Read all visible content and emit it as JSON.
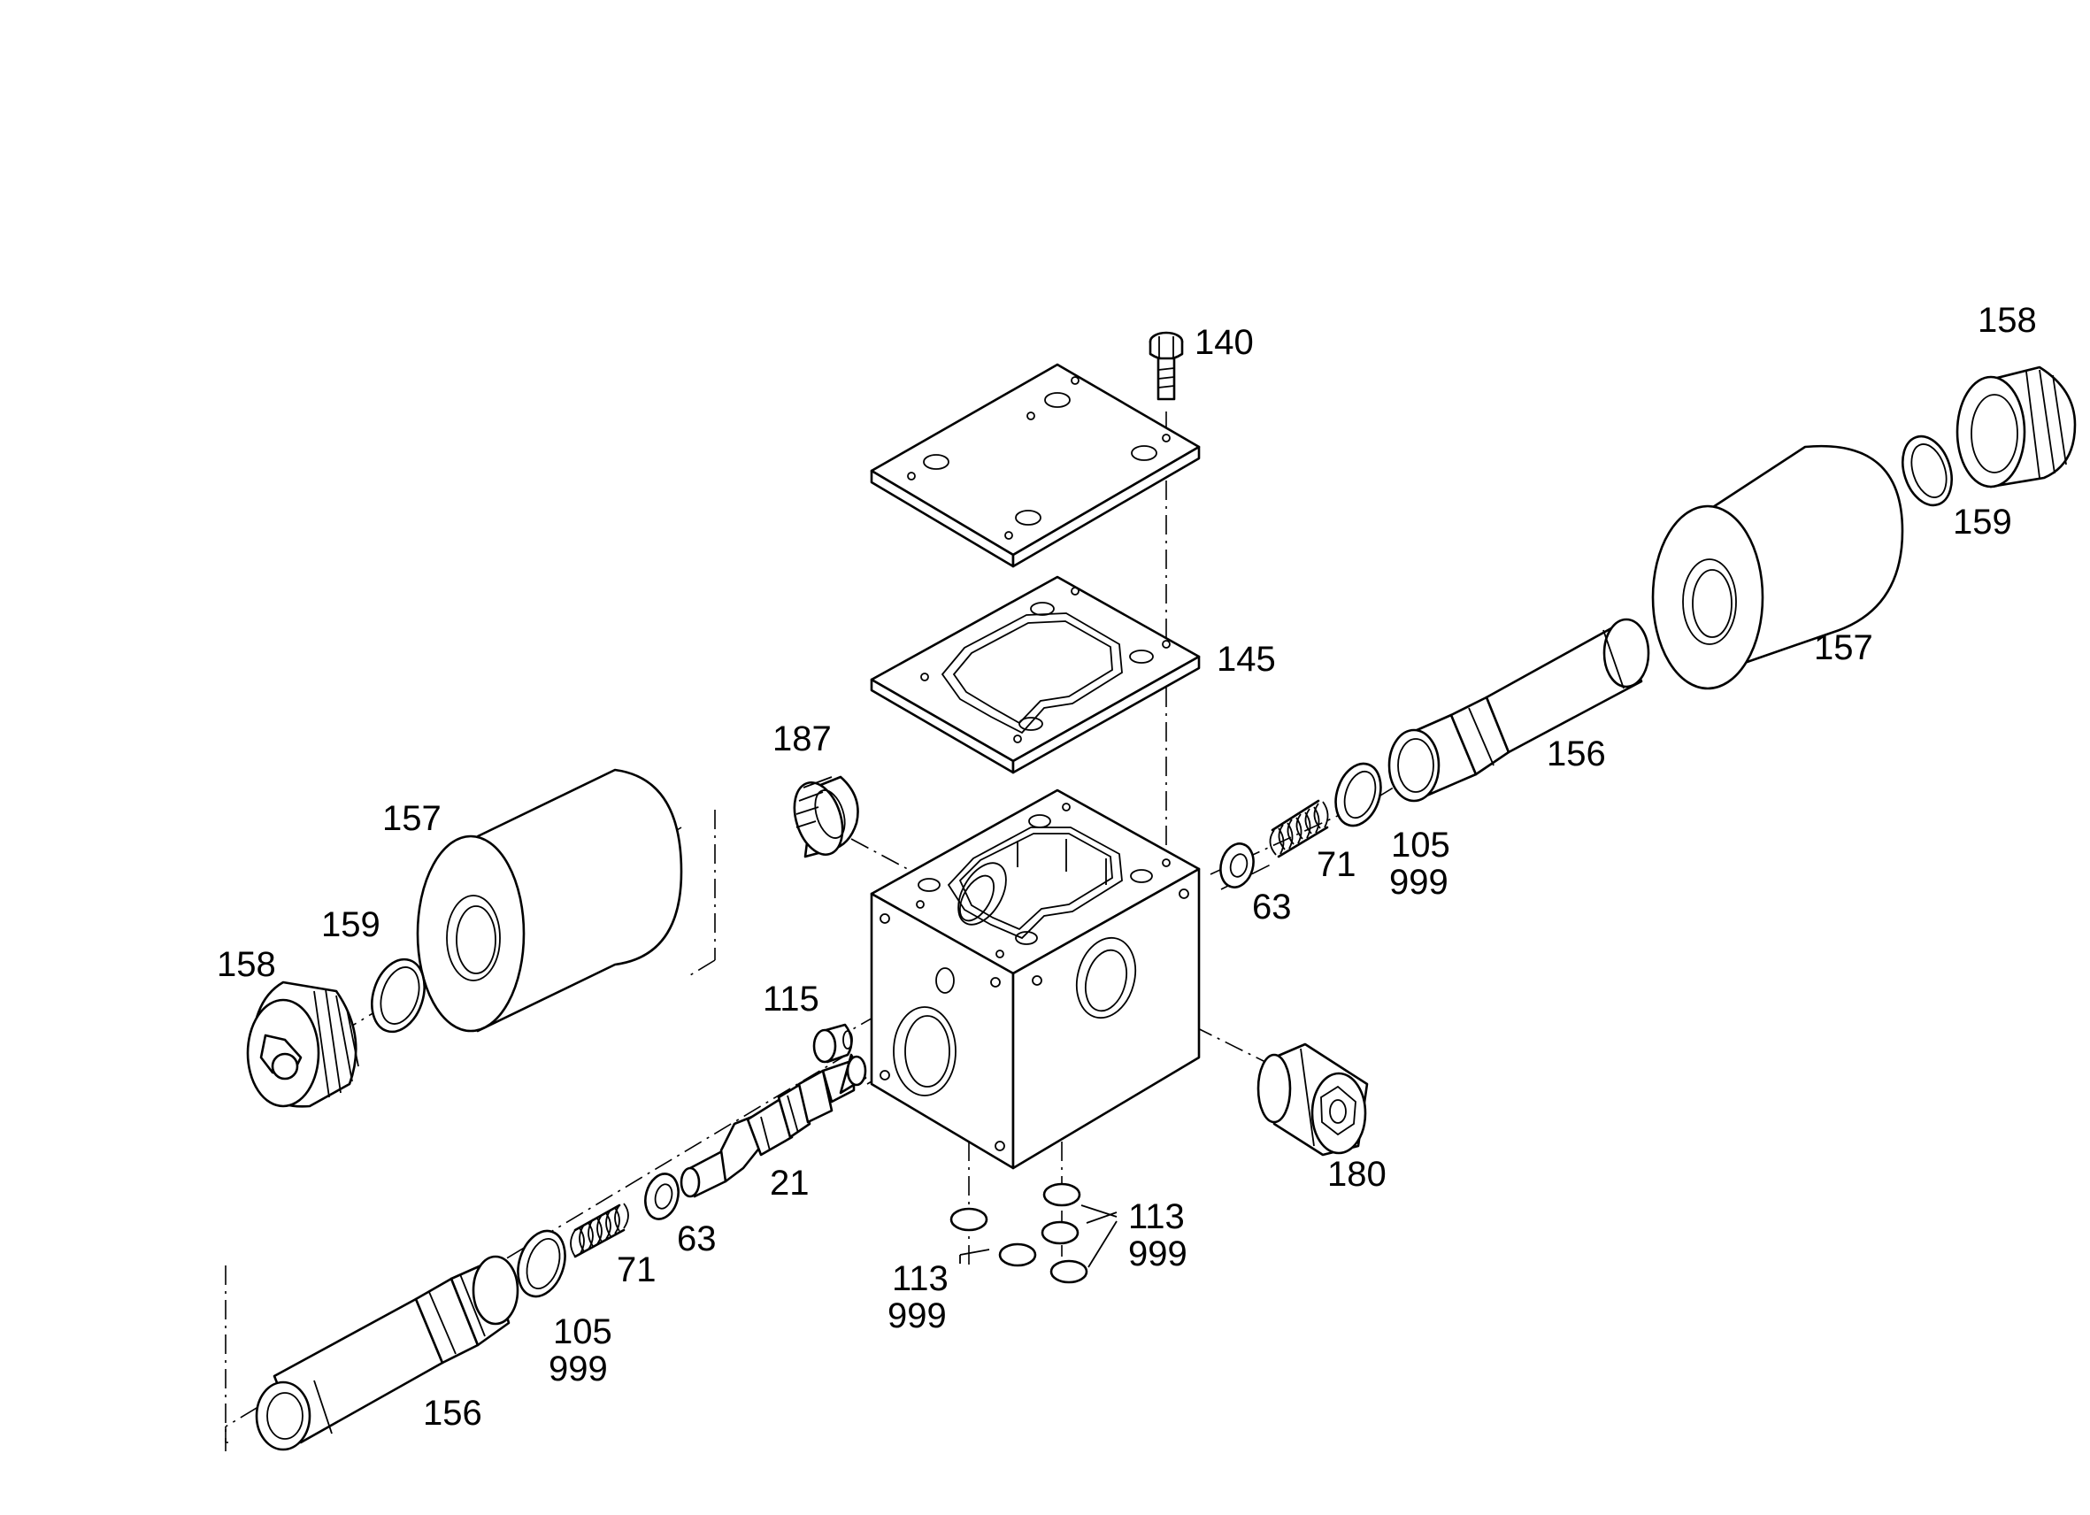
{
  "labels": {
    "p140": "140",
    "p145": "145",
    "p187": "187",
    "p157_left": "157",
    "p159_left": "159",
    "p158_left": "158",
    "p115": "115",
    "p21": "21",
    "p63_left": "63",
    "p71_left": "71",
    "p105_left": "105",
    "p999_left": "999",
    "p156_left": "156",
    "p113_bottom": "113",
    "p999_bottom": "999",
    "p113_right": "113",
    "p999_right": "999",
    "p180": "180",
    "p63_right": "63",
    "p71_right": "71",
    "p105_right": "105",
    "p999_right2": "999",
    "p156_right": "156",
    "p157_right": "157",
    "p159_right": "159",
    "p158_right": "158"
  }
}
